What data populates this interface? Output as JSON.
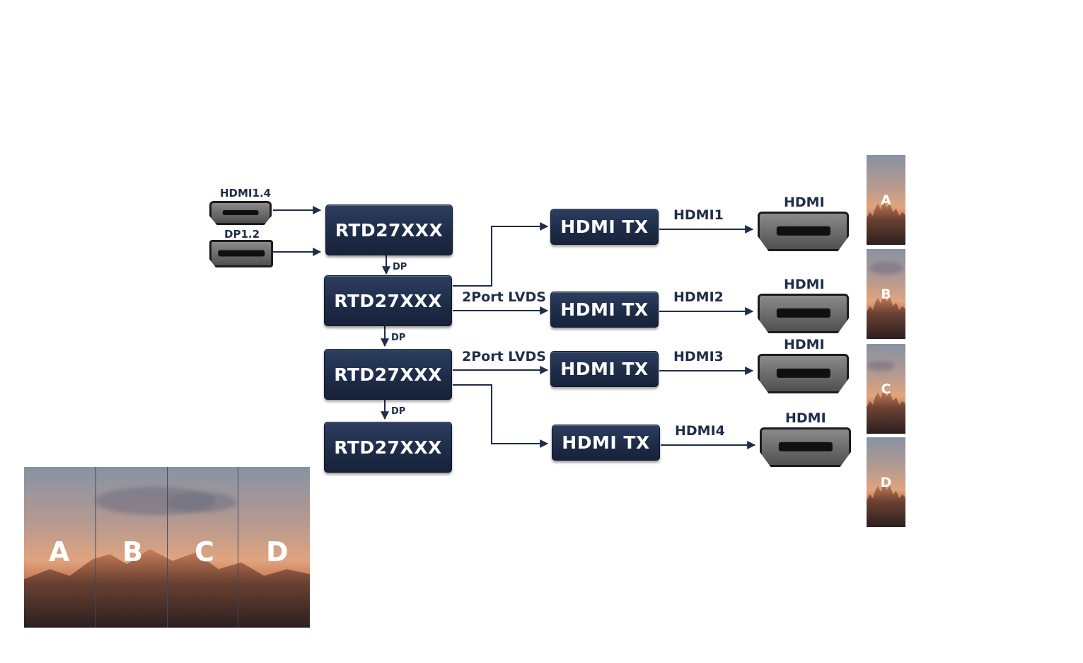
{
  "inputs": {
    "hdmi_label": "HDMI1.4",
    "dp_label": "DP1.2"
  },
  "chips": [
    "RTD27XXX",
    "RTD27XXX",
    "RTD27XXX",
    "RTD27XXX"
  ],
  "links": {
    "dp": "DP",
    "lvds": "2Port LVDS"
  },
  "transmitters": [
    {
      "label": "HDMI TX",
      "out": "HDMI1"
    },
    {
      "label": "HDMI TX",
      "out": "HDMI2"
    },
    {
      "label": "HDMI TX",
      "out": "HDMI3"
    },
    {
      "label": "HDMI TX",
      "out": "HDMI4"
    }
  ],
  "output_port_label": "HDMI",
  "segments": [
    "A",
    "B",
    "C",
    "D"
  ],
  "colors": {
    "chip": "#1e2c48",
    "wire": "#1f2d4a",
    "text": "#1f2d4a"
  }
}
